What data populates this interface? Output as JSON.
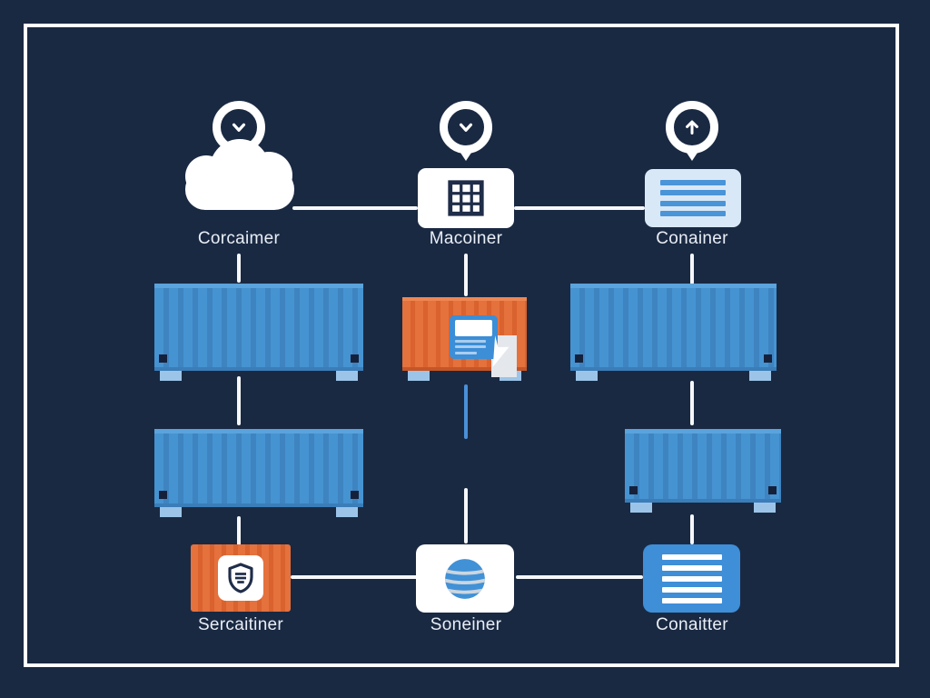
{
  "frame": {
    "background": "#1a2942",
    "border_color": "#ffffff"
  },
  "top_row": {
    "nodes": [
      {
        "label": "Corcaimer",
        "icon": "cloud-icon",
        "marker": "chevron-down"
      },
      {
        "label": "Macoiner",
        "icon": "grid-icon",
        "marker": "chevron-down"
      },
      {
        "label": "Conainer",
        "icon": "text-lines-icon",
        "marker": "arrow-up"
      }
    ]
  },
  "middle_rows": {
    "containers": [
      {
        "row": 1,
        "col": "left",
        "type": "blue-container"
      },
      {
        "row": 1,
        "col": "center",
        "type": "orange-container",
        "overlay": [
          "browser-card-icon",
          "document-icon",
          "cursor-icon"
        ]
      },
      {
        "row": 1,
        "col": "right",
        "type": "blue-container"
      },
      {
        "row": 2,
        "col": "left",
        "type": "blue-container"
      },
      {
        "row": 2,
        "col": "right",
        "type": "blue-container"
      }
    ]
  },
  "bottom_row": {
    "nodes": [
      {
        "label": "Sercaitiner",
        "icon": "shield-icon"
      },
      {
        "label": "Soneiner",
        "icon": "database-icon"
      },
      {
        "label": "Conaitter",
        "icon": "text-lines-icon"
      }
    ]
  },
  "colors": {
    "background": "#1a2942",
    "frame_white": "#ffffff",
    "container_blue": "#4693d2",
    "container_blue_dark": "#3e84c0",
    "container_orange": "#e5713d",
    "container_orange_dark": "#d9622e",
    "accent_blue_box": "#3e8ed8",
    "light_blue_panel": "#d9e8f7",
    "panel_stripe_blue": "#4a94d8",
    "foot_light_blue": "#9cc4e8",
    "connector_white": "#f5f7fa",
    "connector_blue": "#4a90d9",
    "label_text": "#e9eef6",
    "icon_navy": "#1f2d49"
  }
}
